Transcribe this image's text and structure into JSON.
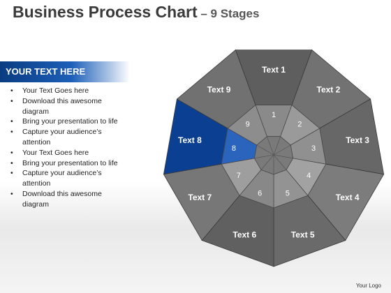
{
  "title": {
    "main": "Business Process Chart",
    "suffix": " – 9 Stages"
  },
  "sidebar": {
    "header": "YOUR TEXT HERE",
    "bullets": [
      "Your Text Goes here",
      "Download this awesome diagram",
      "Bring your presentation to life",
      "Capture your audience’s attention",
      "Your Text Goes here",
      "Bring your presentation to life",
      "Capture your audience’s attention",
      "Download this awesome diagram"
    ]
  },
  "diagram": {
    "highlight_color": "#0b3f91",
    "segment_color": "#6e6e6e",
    "stages": [
      {
        "label": "Text 1",
        "number": "1",
        "highlight": false
      },
      {
        "label": "Text 2",
        "number": "2",
        "highlight": false
      },
      {
        "label": "Text 3",
        "number": "3",
        "highlight": false
      },
      {
        "label": "Text 4",
        "number": "4",
        "highlight": false
      },
      {
        "label": "Text 5",
        "number": "5",
        "highlight": false
      },
      {
        "label": "Text 6",
        "number": "6",
        "highlight": false
      },
      {
        "label": "Text 7",
        "number": "7",
        "highlight": false
      },
      {
        "label": "Text 8",
        "number": "8",
        "highlight": true
      },
      {
        "label": "Text 9",
        "number": "9",
        "highlight": false
      }
    ]
  },
  "footer": {
    "logo": "Your Logo"
  }
}
